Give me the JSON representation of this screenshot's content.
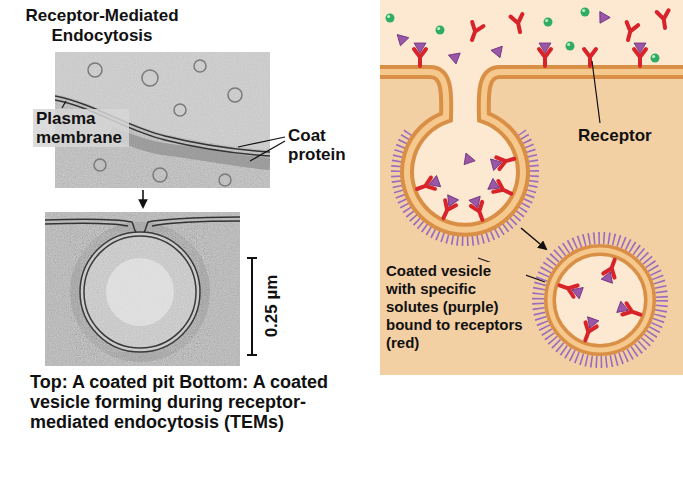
{
  "diagram": {
    "title": "Receptor-Mediated Endocytosis",
    "caption": "Top: A coated pit Bottom: A coated vesicle forming during receptor-mediated endocytosis (TEMs)",
    "labels": [
      "Plasma membrane",
      "Coat protein",
      "0.25 µm",
      "Receptor",
      "Coated vesicle with specific solutes (purple) bound to receptors (red)"
    ]
  }
}
